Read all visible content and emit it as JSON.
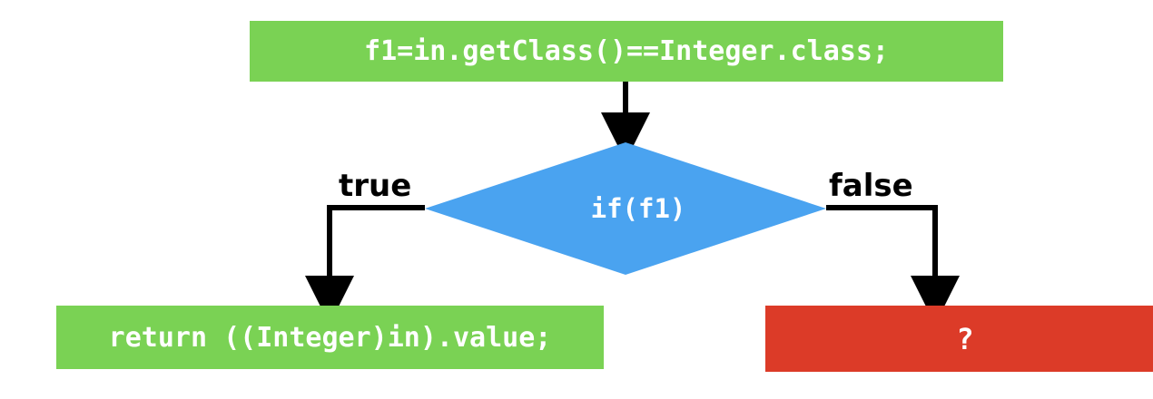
{
  "diagram": {
    "type": "flowchart",
    "title": "",
    "nodes": [
      {
        "id": "assign",
        "shape": "process",
        "label": "f1=in.getClass()==Integer.class;",
        "color": "#7AD254",
        "text_color": "#FFFFFF"
      },
      {
        "id": "decision",
        "shape": "decision",
        "label": "if(f1)",
        "color": "#4AA3F0",
        "text_color": "#FFFFFF"
      },
      {
        "id": "return",
        "shape": "process",
        "label": "return ((Integer)in).value;",
        "color": "#7AD254",
        "text_color": "#FFFFFF"
      },
      {
        "id": "unknown",
        "shape": "process",
        "label": "?",
        "color": "#DC3B28",
        "text_color": "#FFFFFF"
      }
    ],
    "edges": [
      {
        "id": "assign-to-decision",
        "from": "assign",
        "to": "decision",
        "label": ""
      },
      {
        "id": "decision-true",
        "from": "decision",
        "to": "return",
        "label": "true"
      },
      {
        "id": "decision-false",
        "from": "decision",
        "to": "unknown",
        "label": "false"
      }
    ],
    "edge_color": "#000000",
    "background": "#FFFFFF"
  },
  "nodes": {
    "assign": {
      "text": "f1=in.getClass()==Integer.class;"
    },
    "decision": {
      "text": "if(f1)"
    },
    "return": {
      "text": "return ((Integer)in).value;"
    },
    "unknown": {
      "text": "?"
    }
  },
  "labels": {
    "true": "true",
    "false": "false"
  }
}
